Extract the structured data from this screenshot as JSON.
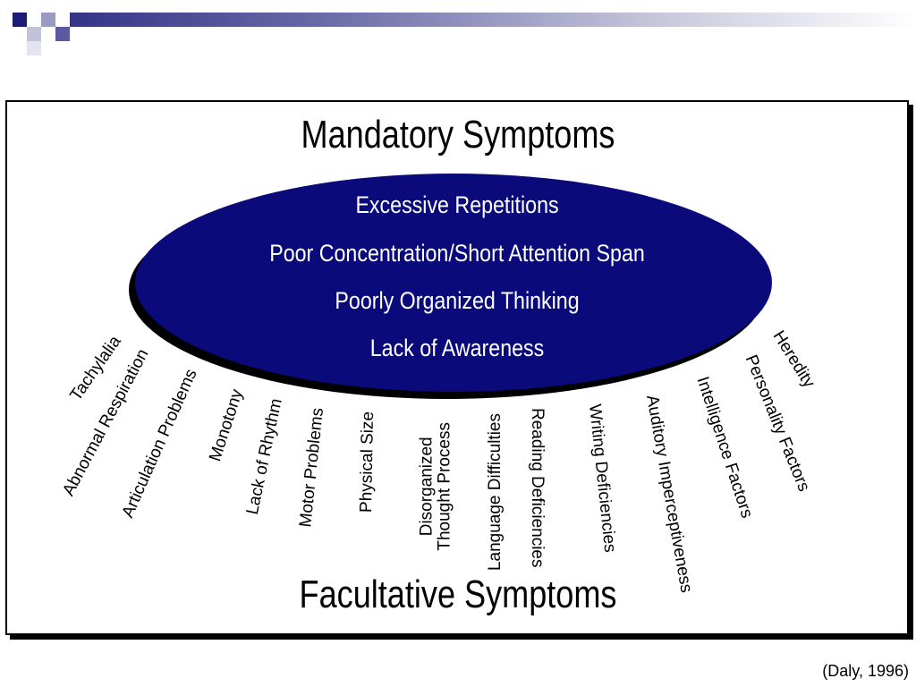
{
  "slide": {
    "mandatory_title": "Mandatory Symptoms",
    "mandatory_items": [
      "Excessive Repetitions",
      "Poor Concentration/Short Attention Span",
      "Poorly Organized Thinking",
      "Lack of Awareness"
    ],
    "facultative_title": "Facultative Symptoms",
    "facultative_items": [
      "Tachylalia",
      "Abnormal Respiration",
      "Articulation Problems",
      "Monotony",
      "Lack of Rhythm",
      "Motor Problems",
      "Physical Size",
      "Disorganized\nThought Process",
      "Language Difficulties",
      "Reading Deficiencies",
      "Writing Deficiencies",
      "Auditory Imperceptiveness",
      "Intelligence Factors",
      "Personality Factors",
      "Heredity"
    ],
    "citation": "(Daly, 1996)"
  },
  "colors": {
    "ellipse_fill": "#0a0a7a",
    "ellipse_shadow": "#000000",
    "text_on_ellipse": "#ffffff"
  }
}
